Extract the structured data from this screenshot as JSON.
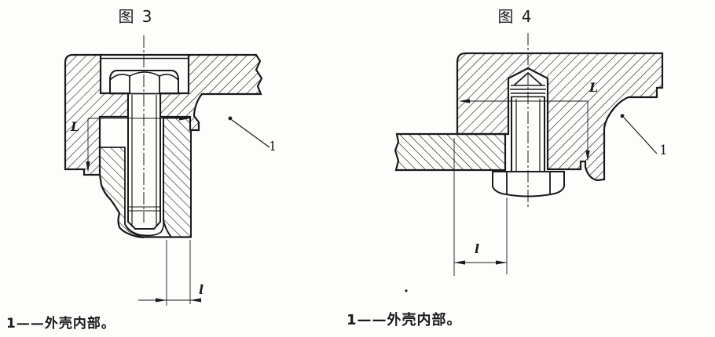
{
  "page": {
    "background_color": "#fdfdfb",
    "ink_color": "#1a1a1a",
    "description": "Two sectional engineering drawings of threaded fastener joints in an enclosure"
  },
  "figure3": {
    "title": "图 3",
    "dim_engagement": "L",
    "dim_bottom": "l",
    "callout": "1",
    "caption": "1——外壳内部。"
  },
  "figure4": {
    "title": "图 4",
    "dim_engagement": "L",
    "dim_bottom": "l",
    "callout": "1",
    "caption": "1——外壳内部。"
  }
}
